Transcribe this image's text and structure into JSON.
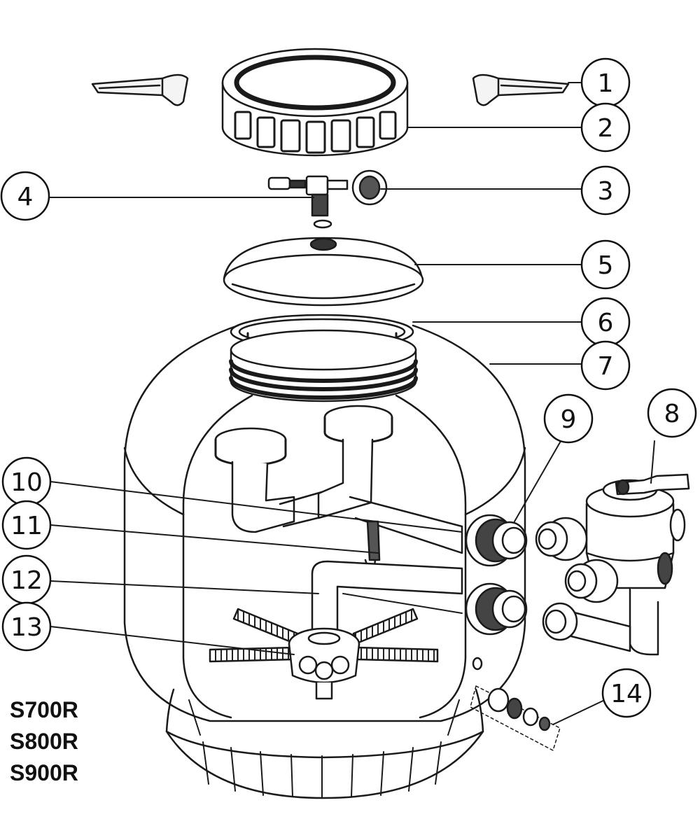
{
  "callouts": [
    "1",
    "2",
    "3",
    "4",
    "5",
    "6",
    "7",
    "8",
    "9",
    "10",
    "11",
    "12",
    "13",
    "14"
  ],
  "models": [
    "S700R",
    "S800R",
    "S900R"
  ]
}
